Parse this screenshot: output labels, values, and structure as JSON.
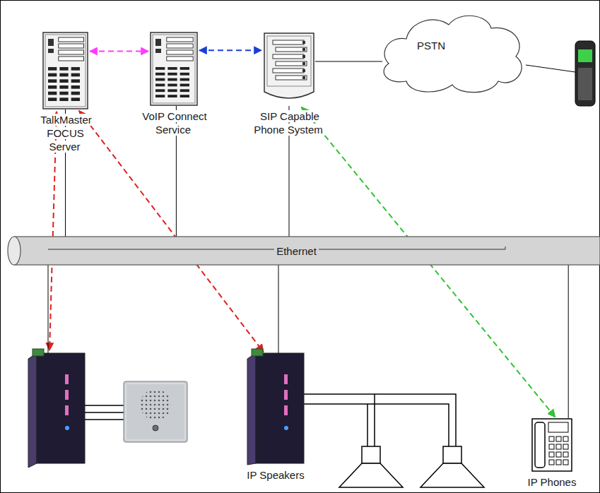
{
  "diagram": {
    "nodes": [
      {
        "text": [
          "TalkMaster FOCUS Server"
        ]
      },
      {
        "text": [
          "VoIP Connect Service"
        ]
      },
      {
        "text": [
          "SIP Capable Phone System"
        ]
      },
      {
        "text": [
          "PSTN"
        ]
      },
      {
        "text": [
          "Ethernet"
        ]
      },
      {
        "text": [
          "IP Speakers"
        ]
      },
      {
        "text": [
          "IP Phones"
        ]
      }
    ],
    "edges": [
      {
        "from": 0,
        "to": 1,
        "arrow": "both"
      },
      {
        "from": 1,
        "to": 2,
        "arrow": "both"
      },
      {
        "from": 0,
        "to": 5,
        "arrow": "both"
      },
      {
        "from": 2,
        "to": 6,
        "arrow": "both"
      },
      {
        "from": 2,
        "to": 3,
        "arrow": "none"
      },
      {
        "from": 0,
        "to": 4,
        "arrow": "none"
      },
      {
        "from": 1,
        "to": 4,
        "arrow": "none"
      },
      {
        "from": 2,
        "to": 4,
        "arrow": "none"
      },
      {
        "from": 5,
        "to": 4,
        "arrow": "none"
      },
      {
        "from": 6,
        "to": 4,
        "arrow": "none"
      }
    ]
  }
}
